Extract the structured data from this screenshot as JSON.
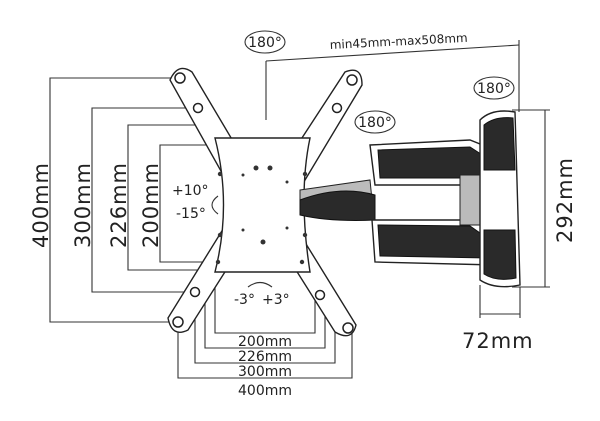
{
  "title_dimension": "min45mm-max508mm",
  "swivel_labels": [
    "180°",
    "180°",
    "180°"
  ],
  "tilt": {
    "up": "+10°",
    "down": "-15°"
  },
  "rotation": {
    "left": "-3°",
    "right": "+3°"
  },
  "vertical_dims": [
    "400mm",
    "300mm",
    "226mm",
    "200mm"
  ],
  "horizontal_dims": [
    "200mm",
    "226mm",
    "300mm",
    "400mm"
  ],
  "wall_plate_height": "292mm",
  "wall_plate_depth": "72mm"
}
